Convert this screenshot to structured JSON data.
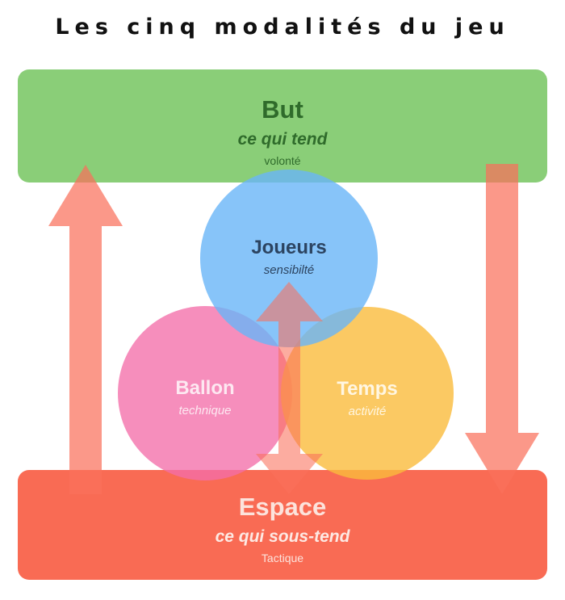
{
  "title": "Les cinq modalités du jeu",
  "bands": {
    "top": {
      "name": "But",
      "subtitle": "ce qui tend",
      "note": "volonté",
      "color": "#8ACE78",
      "text_color": "#2F6B2B"
    },
    "bottom": {
      "name": "Espace",
      "subtitle": "ce qui sous-tend",
      "note": "Tactique",
      "color": "#F96B54",
      "text_color": "#FCE3DC"
    }
  },
  "circles": [
    {
      "name": "Joueurs",
      "subtitle": "sensibilté",
      "color": "#69B5F7",
      "text_color": "#2C4461"
    },
    {
      "name": "Ballon",
      "subtitle": "technique",
      "color": "#F46EA9",
      "text_color": "#FDE8F1"
    },
    {
      "name": "Temps",
      "subtitle": "activité",
      "color": "#FABC3C",
      "text_color": "#FFF6E2"
    }
  ],
  "arrows": {
    "left": {
      "direction": "up",
      "color": "#F9705C"
    },
    "center": {
      "direction": "up-down",
      "color": "#F9705C"
    },
    "right": {
      "direction": "down",
      "color": "#F9705C"
    }
  },
  "chart_data": {
    "type": "diagram",
    "title": "Les cinq modalités du jeu",
    "modalities": [
      {
        "label": "But",
        "descriptor": "ce qui tend",
        "qualifier": "volonté",
        "shape": "band",
        "position": "top"
      },
      {
        "label": "Joueurs",
        "descriptor": "sensibilté",
        "shape": "circle",
        "position": "center-top"
      },
      {
        "label": "Ballon",
        "descriptor": "technique",
        "shape": "circle",
        "position": "center-left"
      },
      {
        "label": "Temps",
        "descriptor": "activité",
        "shape": "circle",
        "position": "center-right"
      },
      {
        "label": "Espace",
        "descriptor": "ce qui sous-tend",
        "qualifier": "Tactique",
        "shape": "band",
        "position": "bottom"
      }
    ],
    "relations": [
      {
        "from": "Espace",
        "to": "But",
        "type": "arrow-up",
        "side": "left"
      },
      {
        "from": "But",
        "to": "Espace",
        "type": "arrow-down",
        "side": "right"
      },
      {
        "from": "Espace",
        "to": "But",
        "type": "arrow-bidirectional",
        "side": "center"
      }
    ]
  }
}
